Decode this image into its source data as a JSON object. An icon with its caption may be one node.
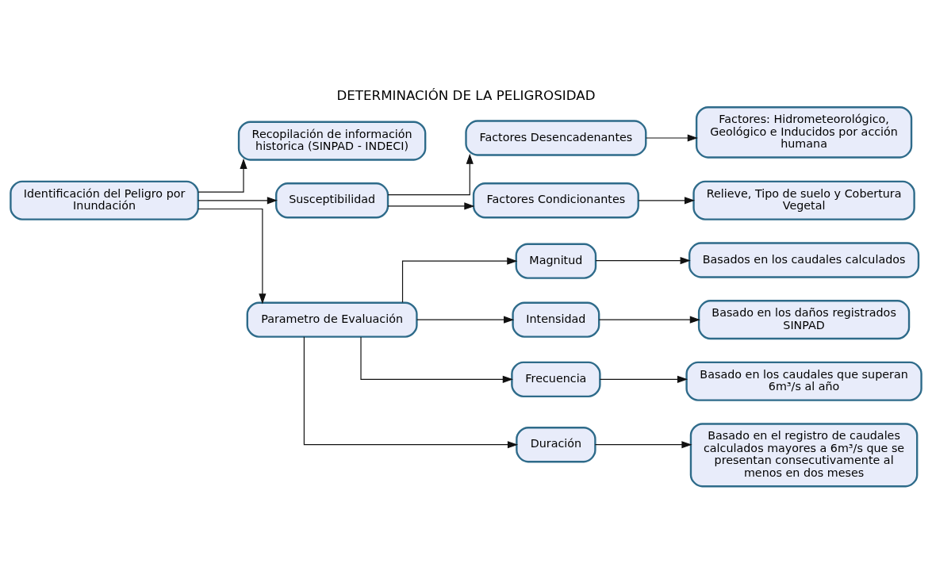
{
  "diagram": {
    "title": "DETERMINACIÓN DE LA PELIGROSIDAD",
    "nodes": [
      {
        "text": [
          "Identificación del Peligro por Inundación"
        ]
      },
      {
        "text": [
          "Recopilación de información historica (SINPAD - INDECI)"
        ]
      },
      {
        "text": [
          "Susceptibilidad"
        ]
      },
      {
        "text": [
          "Factores Desencadenantes"
        ]
      },
      {
        "text": [
          "Factores: Hidrometeorológico, Geológico e Inducidos por acción humana"
        ]
      },
      {
        "text": [
          "Factores Condicionantes"
        ]
      },
      {
        "text": [
          "Relieve, Tipo de suelo y Cobertura Vegetal"
        ]
      },
      {
        "text": [
          "Parametro de Evaluación"
        ]
      },
      {
        "text": [
          "Magnitud"
        ]
      },
      {
        "text": [
          "Basados en los caudales calculados"
        ]
      },
      {
        "text": [
          "Intensidad"
        ]
      },
      {
        "text": [
          "Basado en los daños registrados SINPAD"
        ]
      },
      {
        "text": [
          "Frecuencia"
        ]
      },
      {
        "text": [
          "Basado en los caudales que superan 6m³/s al año"
        ]
      },
      {
        "text": [
          "Duración"
        ]
      },
      {
        "text": [
          "Basado en el registro de caudales calculados mayores a 6m³/s que se presentan consecutivamente al menos en dos meses"
        ]
      }
    ],
    "edges": [
      {
        "from": 0,
        "to": 1,
        "arrow": "to"
      },
      {
        "from": 0,
        "to": 2,
        "arrow": "to"
      },
      {
        "from": 0,
        "to": 7,
        "arrow": "to"
      },
      {
        "from": 2,
        "to": 3,
        "arrow": "to"
      },
      {
        "from": 2,
        "to": 5,
        "arrow": "to"
      },
      {
        "from": 3,
        "to": 4,
        "arrow": "to"
      },
      {
        "from": 5,
        "to": 6,
        "arrow": "to"
      },
      {
        "from": 7,
        "to": 8,
        "arrow": "to"
      },
      {
        "from": 7,
        "to": 10,
        "arrow": "to"
      },
      {
        "from": 7,
        "to": 12,
        "arrow": "to"
      },
      {
        "from": 7,
        "to": 14,
        "arrow": "to"
      },
      {
        "from": 8,
        "to": 9,
        "arrow": "to"
      },
      {
        "from": 10,
        "to": 11,
        "arrow": "to"
      },
      {
        "from": 12,
        "to": 13,
        "arrow": "to"
      },
      {
        "from": 14,
        "to": 15,
        "arrow": "to"
      }
    ]
  }
}
